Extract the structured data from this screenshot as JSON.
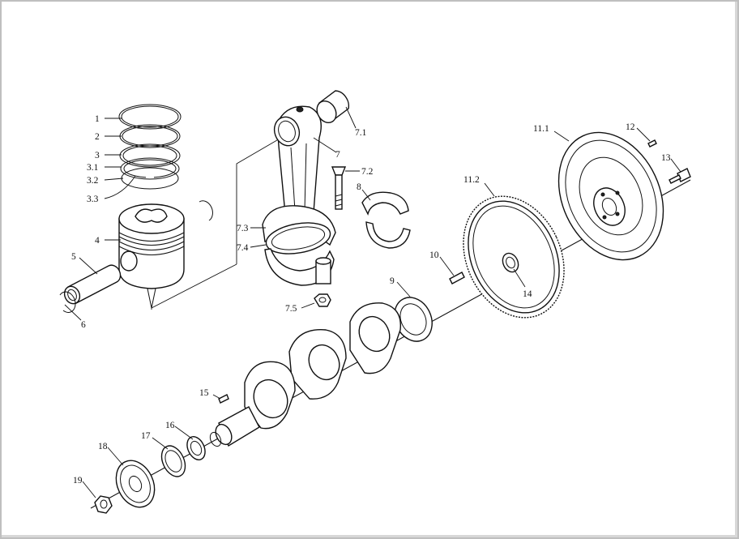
{
  "labels": {
    "l1": "1",
    "l2": "2",
    "l3": "3",
    "l3_1": "3.1",
    "l3_2": "3.2",
    "l3_3": "3.3",
    "l4": "4",
    "l5": "5",
    "l6": "6",
    "l7": "7",
    "l7_1": "7.1",
    "l7_2": "7.2",
    "l7_3": "7.3",
    "l7_4": "7.4",
    "l7_5": "7.5",
    "l8": "8",
    "l9": "9",
    "l10": "10",
    "l11_1": "11.1",
    "l11_2": "11.2",
    "l12": "12",
    "l13": "13",
    "l14": "14",
    "l15": "15",
    "l16": "16",
    "l17": "17",
    "l18": "18",
    "l19": "19"
  }
}
